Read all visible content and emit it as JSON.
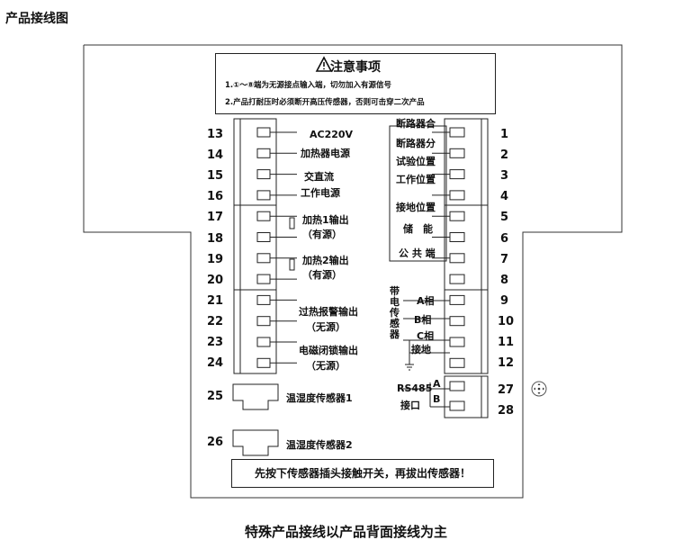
{
  "title": "产品接线图",
  "notice": {
    "heading": "注意事项",
    "line1": "1.①～⑧端为无源接点输入端，切勿加入有源信号",
    "line2": "2.产品打耐压时必须断开高压传感器，否则可击穿二次产品"
  },
  "left_numbers": [
    "13",
    "14",
    "15",
    "16",
    "17",
    "18",
    "19",
    "20",
    "21",
    "22",
    "23",
    "24"
  ],
  "left_labels": {
    "ac220v": "AC220V",
    "heater_power": "加热器电源",
    "acdc": "交直流",
    "work_power": "工作电源",
    "heat1": "加热1输出",
    "heat1_sub": "（有源）",
    "heat2": "加热2输出",
    "heat2_sub": "（有源）",
    "overheat": "过热报警输出",
    "overheat_sub": "（无源）",
    "lock": "电磁闭锁输出",
    "lock_sub": "（无源）"
  },
  "right_numbers": [
    "1",
    "2",
    "3",
    "4",
    "5",
    "6",
    "7",
    "8",
    "9",
    "10",
    "11",
    "12",
    "27",
    "28"
  ],
  "right_labels": {
    "breaker_close": "断路器合",
    "breaker_open": "断路器分",
    "test_pos": "试验位置",
    "work_pos": "工作位置",
    "ground_pos": "接地位置",
    "store": "储　能",
    "common": "公 共 端",
    "live_sensor": "带电传感器",
    "phase_a": "A相",
    "phase_b": "B相",
    "phase_c": "C相",
    "ground": "接地",
    "rs485": "RS485",
    "port": "接口",
    "a": "A",
    "b": "B"
  },
  "sensors": {
    "n25": "25",
    "n26": "26",
    "s1": "温湿度传感器1",
    "s2": "温湿度传感器2"
  },
  "warning": "先按下传感器插头接触开关，再拔出传感器！",
  "footer": "特殊产品接线以产品背面接线为主"
}
